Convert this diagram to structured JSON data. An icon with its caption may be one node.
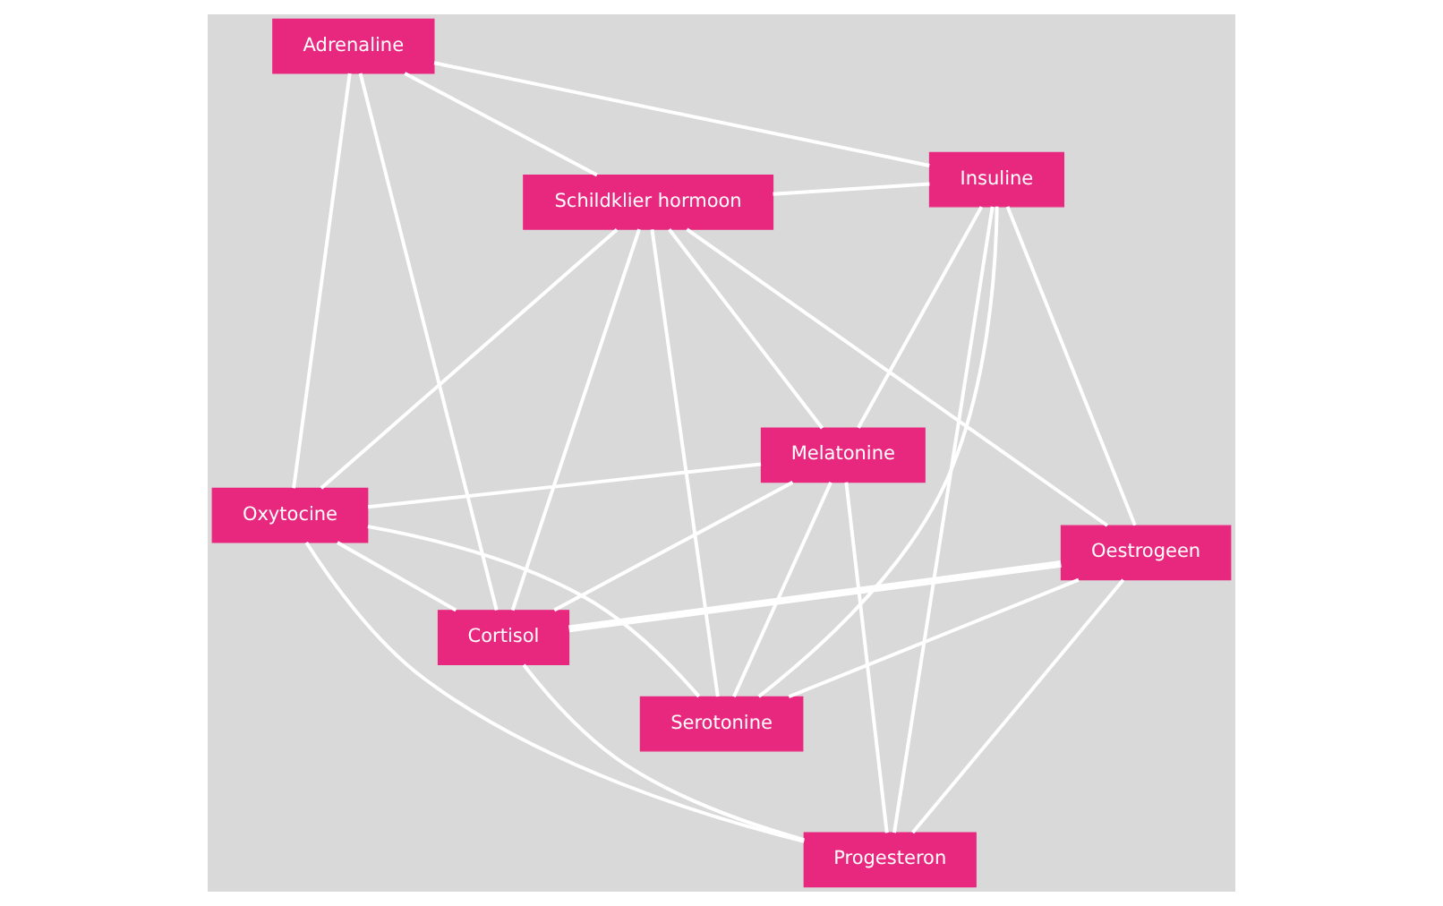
{
  "diagram": {
    "nodes": [
      {
        "text": [
          "Oxytocine"
        ]
      },
      {
        "text": [
          "Melatonine"
        ]
      },
      {
        "text": [
          "Serotonine"
        ]
      },
      {
        "text": [
          "Adrenaline"
        ]
      },
      {
        "text": [
          "Insuline"
        ]
      },
      {
        "text": [
          "Schildklier hormoon"
        ]
      },
      {
        "text": [
          "Cortisol"
        ]
      },
      {
        "text": [
          "Progesteron"
        ]
      },
      {
        "text": [
          "Oestrogeen"
        ]
      }
    ],
    "edges": [
      {
        "from": 0,
        "to": 1,
        "arrow": "none"
      },
      {
        "from": 0,
        "to": 2,
        "arrow": "none"
      },
      {
        "from": 0,
        "to": 3,
        "arrow": "none"
      },
      {
        "from": 0,
        "to": 6,
        "arrow": "none"
      },
      {
        "from": 0,
        "to": 5,
        "arrow": "none"
      },
      {
        "from": 0,
        "to": 7,
        "arrow": "none"
      },
      {
        "from": 1,
        "to": 2,
        "arrow": "none"
      },
      {
        "from": 1,
        "to": 6,
        "arrow": "none"
      },
      {
        "from": 1,
        "to": 5,
        "arrow": "none"
      },
      {
        "from": 1,
        "to": 4,
        "arrow": "none"
      },
      {
        "from": 1,
        "to": 7,
        "arrow": "none"
      },
      {
        "from": 2,
        "to": 5,
        "arrow": "none"
      },
      {
        "from": 2,
        "to": 8,
        "arrow": "none"
      },
      {
        "from": 2,
        "to": 4,
        "arrow": "none"
      },
      {
        "from": 3,
        "to": 4,
        "arrow": "none"
      },
      {
        "from": 3,
        "to": 5,
        "arrow": "none"
      },
      {
        "from": 3,
        "to": 6,
        "arrow": "none"
      },
      {
        "from": 4,
        "to": 5,
        "arrow": "none"
      },
      {
        "from": 4,
        "to": 8,
        "arrow": "none"
      },
      {
        "from": 4,
        "to": 7,
        "arrow": "none"
      },
      {
        "from": 5,
        "to": 8,
        "arrow": "none"
      },
      {
        "from": 6,
        "to": 5,
        "arrow": "none"
      },
      {
        "from": 6,
        "to": 7,
        "arrow": "none"
      },
      {
        "from": 6,
        "to": 8,
        "arrow": "none",
        "style": "thick"
      },
      {
        "from": 8,
        "to": 7,
        "arrow": "none"
      }
    ]
  }
}
